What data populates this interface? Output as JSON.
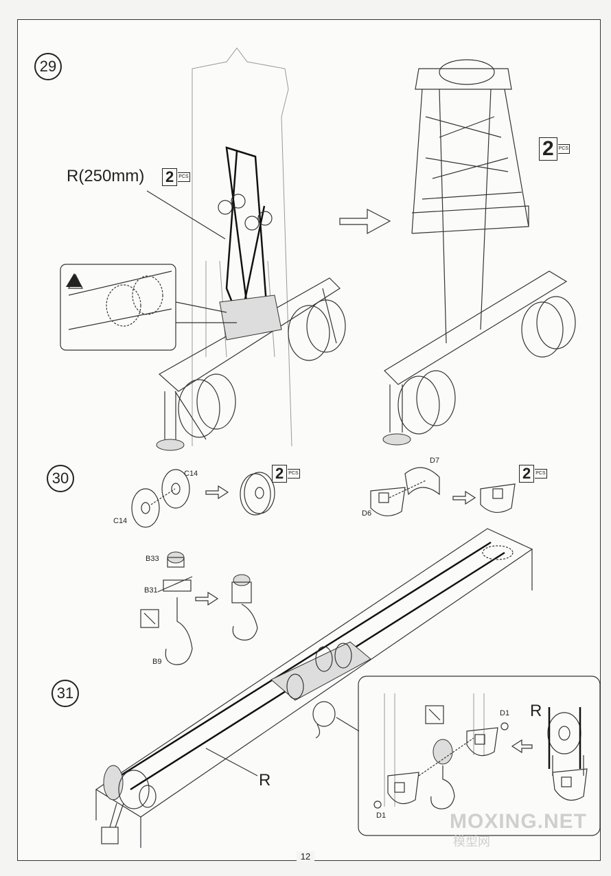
{
  "steps": {
    "s29": {
      "number": "29",
      "belt_label": "R(250mm)",
      "qty_left": "2",
      "qty_right": "2",
      "pcs": "PCS"
    },
    "s30": {
      "number": "30",
      "c14_top": "C14",
      "c14_bottom": "C14",
      "d7": "D7",
      "d6": "D6",
      "qty_left": "2",
      "qty_right": "2",
      "pcs": "PCS",
      "b33": "B33",
      "b31": "B31",
      "b9": "B9"
    },
    "s31": {
      "number": "31",
      "r_main": "R",
      "r_detail": "R",
      "d1_top": "D1",
      "d1_bottom": "D1"
    }
  },
  "page_number": "12",
  "watermark": "MOXING.NET",
  "watermark_sub": "模型网"
}
